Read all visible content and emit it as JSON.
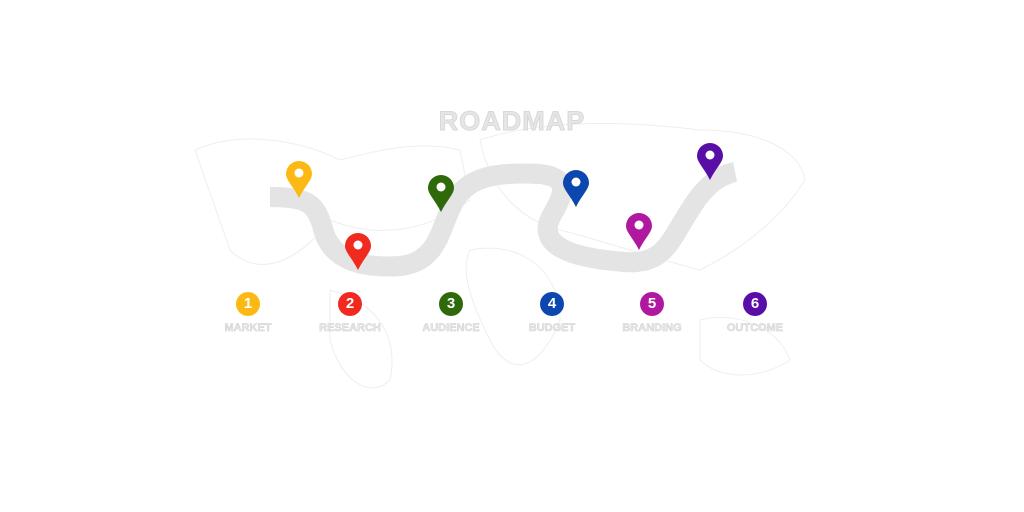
{
  "title": "ROADMAP",
  "steps": [
    {
      "number": "1",
      "label": "MARKET",
      "color": "#FDB913"
    },
    {
      "number": "2",
      "label": "RESEARCH",
      "color": "#F02A1E"
    },
    {
      "number": "3",
      "label": "AUDIENCE",
      "color": "#2E6A0A"
    },
    {
      "number": "4",
      "label": "BUDGET",
      "color": "#0B47AF"
    },
    {
      "number": "5",
      "label": "BRANDING",
      "color": "#B0199F"
    },
    {
      "number": "6",
      "label": "OUTCOME",
      "color": "#5A0EA8"
    }
  ]
}
